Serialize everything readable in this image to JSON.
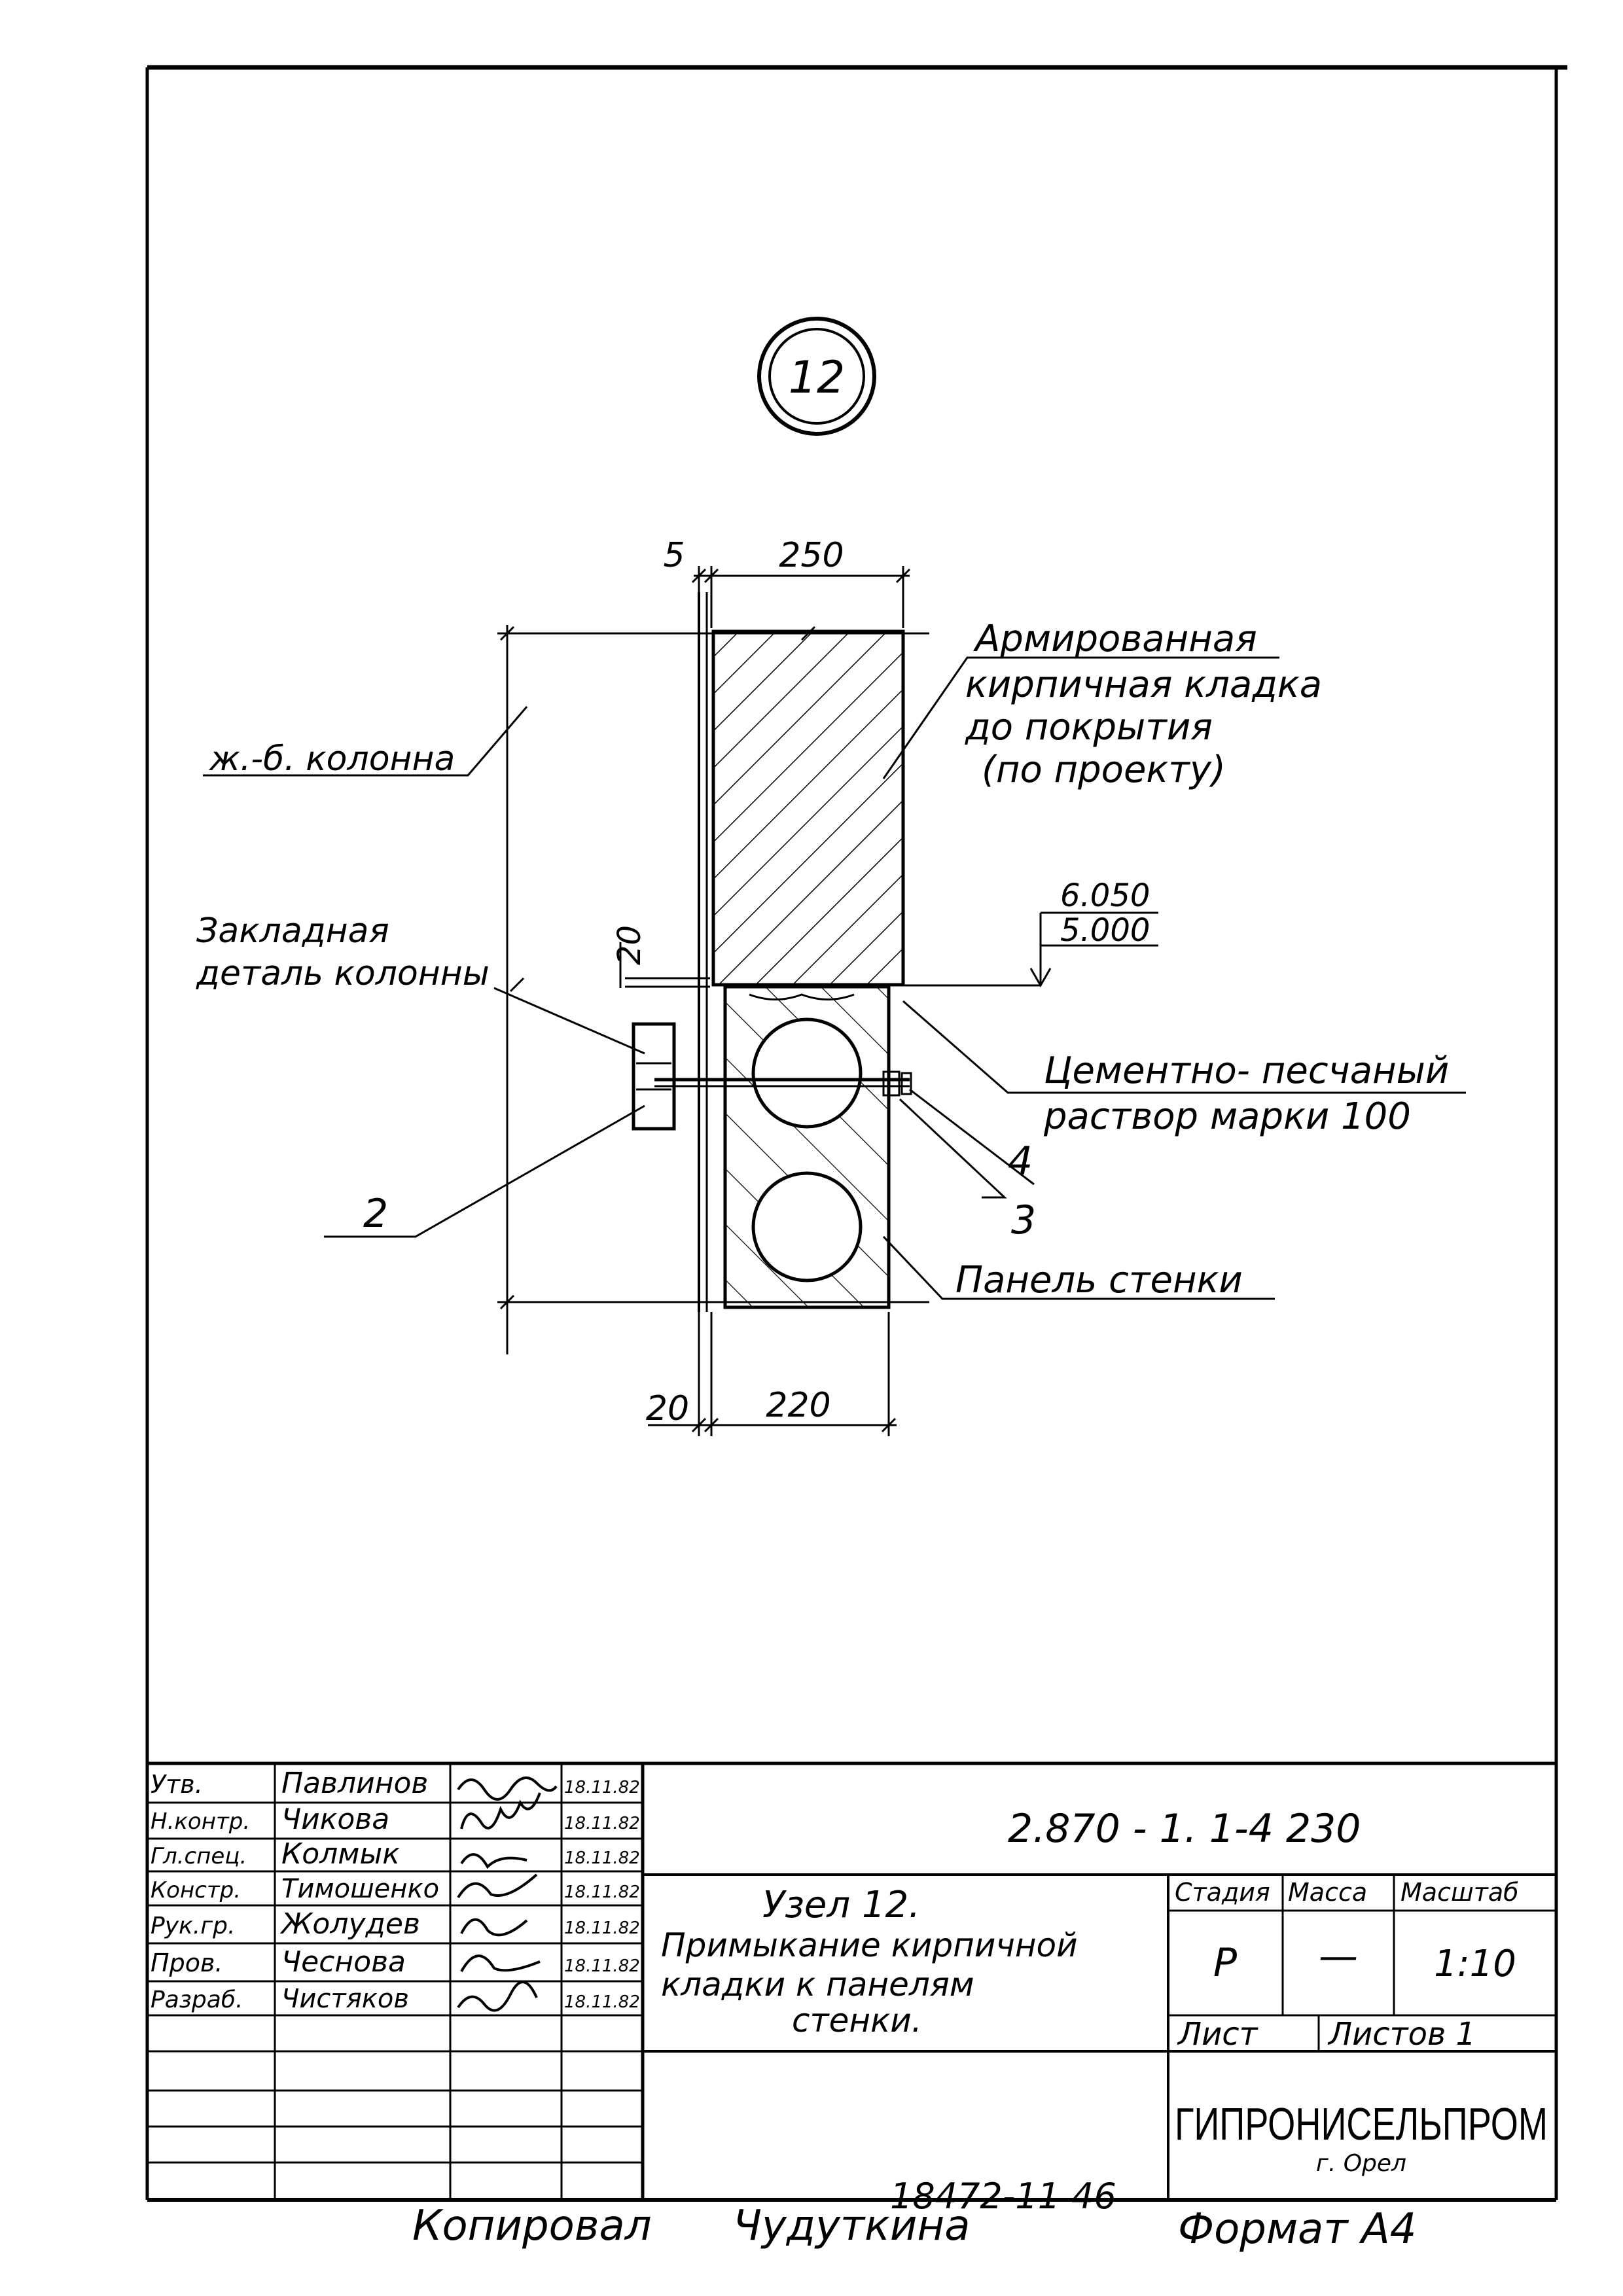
{
  "node_marker": "12",
  "dimensions": {
    "top_gap": "5",
    "top_width": "250",
    "bottom_gap": "20",
    "bottom_width": "220",
    "anchor_gap": "20",
    "level_top": "6.050",
    "level_bottom": "5.000"
  },
  "callouts": {
    "masonry_line1": "Армированная",
    "masonry_line2": "кирпичная кладка",
    "masonry_line3": "до покрытия",
    "masonry_line4": "(по проекту)",
    "column": "ж.-б. колонна",
    "embedded_line1": "Закладная",
    "embedded_line2": "деталь колонны",
    "mortar_line1": "Цементно- песчаный",
    "mortar_line2": "раствор марки 100",
    "pos_2": "2",
    "pos_3": "3",
    "pos_4": "4",
    "panel": "Панель стенки"
  },
  "title_block": {
    "roles": [
      "Н.контр.",
      "Гл.спец.",
      "Рук.гр.",
      "Пров.",
      "Разраб.",
      "Утв.",
      "Констр."
    ],
    "rows": [
      {
        "role": "Утв.",
        "name": "Павлинов",
        "date": "18.11.82"
      },
      {
        "role": "Н.контр.",
        "name": "Чикова",
        "date": "18.11.82"
      },
      {
        "role": "Гл.спец.",
        "name": "Колмык",
        "date": "18.11.82"
      },
      {
        "role": "Констр.",
        "name": "Тимошенко",
        "date": "18.11.82"
      },
      {
        "role": "Рук.гр.",
        "name": "Жолудев",
        "date": "18.11.82"
      },
      {
        "role": "Пров.",
        "name": "Чеснова",
        "date": "18.11.82"
      },
      {
        "role": "Разраб.",
        "name": "Чистяков",
        "date": "18.11.82"
      }
    ],
    "designation": "2.870 - 1. 1-4 230",
    "title_line1": "Узел 12.",
    "title_line2": "Примыкание кирпичной",
    "title_line3": "кладки к панелям",
    "title_line4": "стенки.",
    "stage_header": "Стадия",
    "mass_header": "Масса",
    "scale_header": "Масштаб",
    "stage_value": "Р",
    "mass_value": "—",
    "scale_value": "1:10",
    "sheet_label": "Лист",
    "sheets_label": "Листов 1",
    "organization": "ГИПРОНИСЕЛЬПРОМ",
    "city": "г. Орел"
  },
  "footer": {
    "copied_label": "Копировал",
    "copied_by": "Чудуткина",
    "archive_no": "18472-11 46",
    "format": "Формат А4"
  }
}
